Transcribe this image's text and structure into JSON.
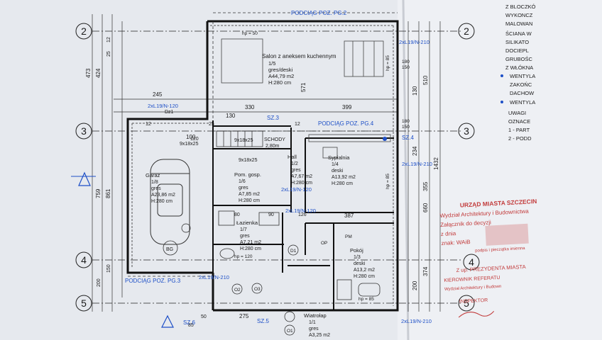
{
  "axes": {
    "left": [
      "2",
      "3",
      "4",
      "5"
    ],
    "right": [
      "2",
      "3",
      "4",
      "5"
    ]
  },
  "podciag": {
    "top": "PODCIĄG POZ. PG.2",
    "mid": "PODCIĄG POZ. PG.4",
    "bottom": "PODCIĄG POZ. PG.3"
  },
  "sz": {
    "sz3": "SZ.3",
    "sz4": "SZ.4",
    "sz5": "SZ.5",
    "sz6": "SZ.6"
  },
  "lintels": {
    "l1": "2xL19/N-210",
    "l2": "2xL19/N-120",
    "l3": "2xL19/N-210",
    "l4": "2xL19/N-120",
    "l5": "2xL19/N-120",
    "l6": "2xL19/N-210",
    "l7": "2xL19/N-210"
  },
  "rooms": {
    "salon": {
      "name": "Salon z aneksem kuchennym",
      "no": "1/5",
      "floor": "gres/deski",
      "area": "A44,79 m2",
      "height": "H:280 cm"
    },
    "garaz": {
      "name": "Garaż",
      "no": "1/8",
      "floor": "gres",
      "area": "A23,86 m2",
      "height": "H:280 cm"
    },
    "pom": {
      "name": "Pom. gosp.",
      "no": "1/6",
      "floor": "gres",
      "area": "A7,85 m2",
      "height": "H:280 cm"
    },
    "hall": {
      "name": "Hall",
      "no": "1/2",
      "floor": "gres",
      "area": "A7,67 m2",
      "height": "H:280 cm"
    },
    "sypialnia": {
      "name": "Sypialnia",
      "no": "1/4",
      "floor": "deski",
      "area": "A13,92 m2",
      "height": "H:280 cm"
    },
    "lazienka": {
      "name": "Łazienka",
      "no": "1/7",
      "floor": "gres",
      "area": "A7,21 m2",
      "height": "H:280 cm"
    },
    "pokoj": {
      "name": "Pokój",
      "no": "1/3",
      "floor": "deski",
      "area": "A13,2 m2",
      "height": "H:280 cm"
    },
    "wiatrolap": {
      "name": "Wiatrołap",
      "no": "1/1",
      "floor": "gres",
      "area": "A3,25 m2"
    }
  },
  "stairs": {
    "label": "SCHODY",
    "height": "2,80m"
  },
  "dims": {
    "d245": "245",
    "d330": "330",
    "d399": "399",
    "d130": "130",
    "d100": "100",
    "d120": "120",
    "d473": "473",
    "d424": "424",
    "d759": "759",
    "d861": "861",
    "d571": "571",
    "d510": "510",
    "d130r": "130",
    "d1432": "1432",
    "d355": "355",
    "d660": "660",
    "d234": "234",
    "d387": "387",
    "d275": "275",
    "d200": "200",
    "d374": "374",
    "d12": "12",
    "d25": "25",
    "d85": "85",
    "d180": "180",
    "d150": "150",
    "d126": "126",
    "d90": "90",
    "d80": "80",
    "d50": "50"
  },
  "hp": {
    "h1": "hp = 50",
    "h2": "hp = 85",
    "h3": "hp = 120",
    "h4": "hp = 85",
    "h5": "hp = 85"
  },
  "lintel_sizes": {
    "a": "9x18x25",
    "b": "9x18x25",
    "c": "9x18x25"
  },
  "symbols": {
    "dz1": "Dz1",
    "bg": "BG",
    "d1": "D1",
    "o1": "O1",
    "o2": "O2",
    "o3": "O3",
    "pm": "PM",
    "op": "OP"
  },
  "right_notes": {
    "n1": "Z BLOCZKÓ",
    "n2": "WYKONCZ",
    "n3": "MALOWAN",
    "n4": "ŚCIANA W",
    "n5": "SILIKATO",
    "n6": "DOCIEPL",
    "n7": "GRUBOŚC",
    "n8": "Z WŁÓKNA",
    "n9": "WENTYLA",
    "n10": "ZAKOŃC",
    "n11": "DACHOW",
    "n12": "WENTYLA",
    "n13": "UWAGI",
    "n14": "OZNACE",
    "n15": "1 - PART",
    "n16": "2 - PODD"
  },
  "stamp": {
    "office": "URZĄD MIASTA SZCZECIN",
    "dept": "Wydział Architektury i Budownictwa",
    "att": "Załącznik do decyzji",
    "date": "z dnia",
    "sign": "znak: WAiB",
    "sig": "podpis i pieczątka imienna",
    "up": "Z up. PREZYDENTA MIASTA",
    "kier": "KIEROWNIK REFERATU",
    "dep2": "Wydział Architektury i Budown",
    "insp": "INSPEKTOR"
  },
  "colors": {
    "paper": "#e9ecf1",
    "ink": "#1a1a1a",
    "blue": "#1d4fc7",
    "stamp": "#c23a3a"
  }
}
